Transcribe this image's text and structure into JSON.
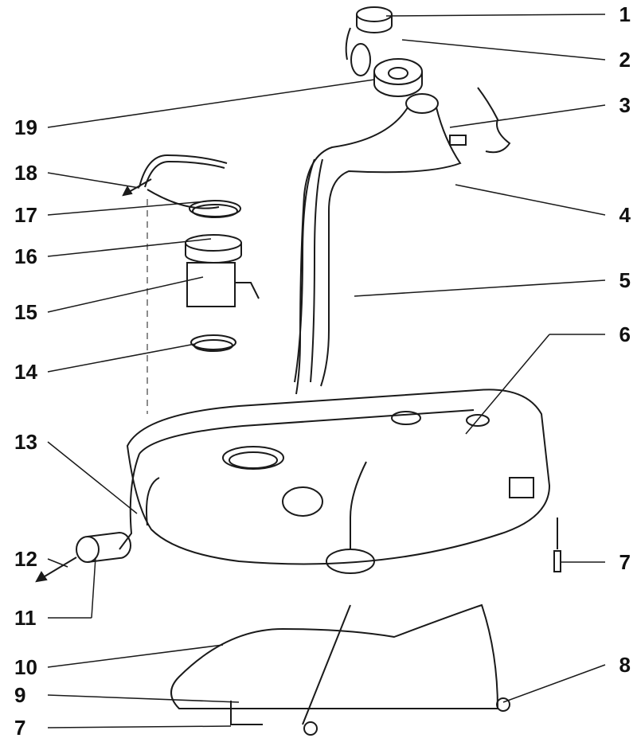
{
  "figure": {
    "callouts_right": [
      {
        "label": "1"
      },
      {
        "label": "2"
      },
      {
        "label": "3"
      },
      {
        "label": "4"
      },
      {
        "label": "5"
      },
      {
        "label": "6"
      },
      {
        "label": "7"
      },
      {
        "label": "8"
      }
    ],
    "callouts_left": [
      {
        "label": "19"
      },
      {
        "label": "18"
      },
      {
        "label": "17"
      },
      {
        "label": "16"
      },
      {
        "label": "15"
      },
      {
        "label": "14"
      },
      {
        "label": "13"
      },
      {
        "label": "12"
      },
      {
        "label": "11"
      },
      {
        "label": "10"
      },
      {
        "label": "9"
      },
      {
        "label": "7"
      }
    ],
    "line_color": "#1a1a1a"
  }
}
